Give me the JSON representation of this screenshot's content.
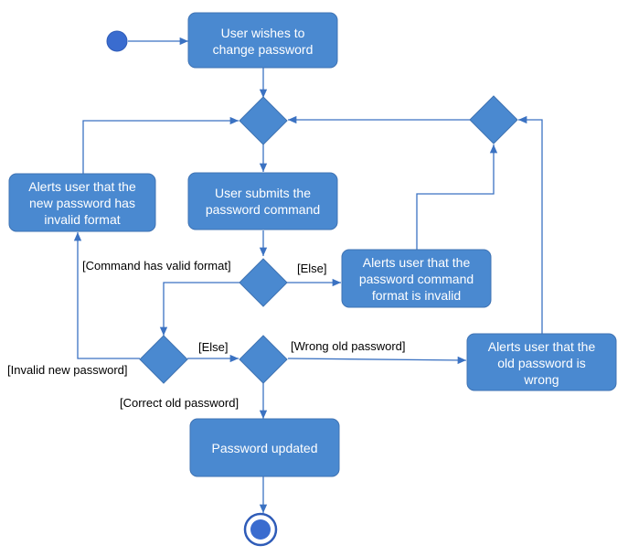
{
  "colors": {
    "node_fill": "#4a89d0",
    "node_stroke": "#3f73b3",
    "edge": "#3b72c2",
    "text_on_node": "#ffffff",
    "guard_text": "#000000",
    "background": "#ffffff"
  },
  "nodes": {
    "wish": {
      "lines": [
        "User wishes to",
        "change password"
      ]
    },
    "submit": {
      "lines": [
        "User submits the",
        "password command"
      ]
    },
    "bad_format": {
      "lines": [
        "Alerts user that the",
        "new password has",
        "invalid format"
      ]
    },
    "invalid_command": {
      "lines": [
        "Alerts user that the",
        "password command",
        "format is invalid"
      ]
    },
    "wrong_old": {
      "lines": [
        "Alerts user that the",
        "old password is",
        "wrong"
      ]
    },
    "updated": {
      "lines": [
        "Password updated"
      ]
    }
  },
  "guards": {
    "valid_format": "[Command has valid format]",
    "else_1": "[Else]",
    "invalid_new": "[Invalid new password]",
    "else_2": "[Else]",
    "wrong_old": "[Wrong old password]",
    "correct_old": "[Correct old password]"
  }
}
